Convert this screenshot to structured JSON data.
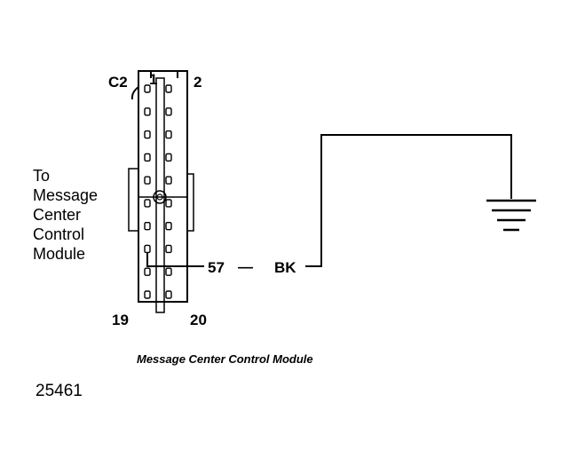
{
  "connector": {
    "id": "C2",
    "pin_top_left": "1",
    "pin_top_right": "2",
    "pin_bottom_left": "19",
    "pin_bottom_right": "20",
    "pin_count": 20
  },
  "side_label": [
    "To",
    "Message",
    "Center",
    "Control",
    "Module"
  ],
  "wire": {
    "circuit": "57",
    "dash": "—",
    "color": "BK"
  },
  "caption": "Message Center Control Module",
  "figure_number": "25461"
}
